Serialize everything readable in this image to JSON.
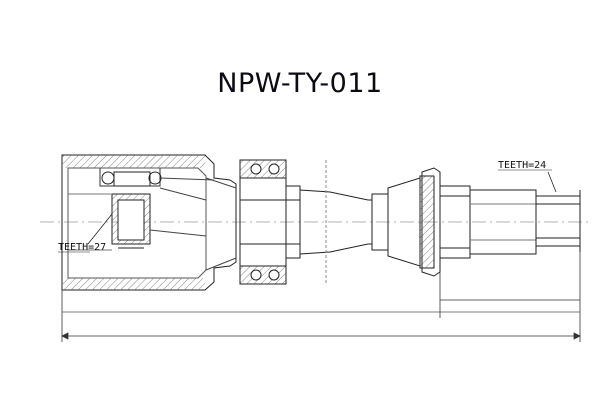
{
  "diagram": {
    "title": "NPW-TY-011",
    "labels": {
      "teeth_outer": "TEETH=24",
      "teeth_inner": "TEETH=27"
    }
  }
}
